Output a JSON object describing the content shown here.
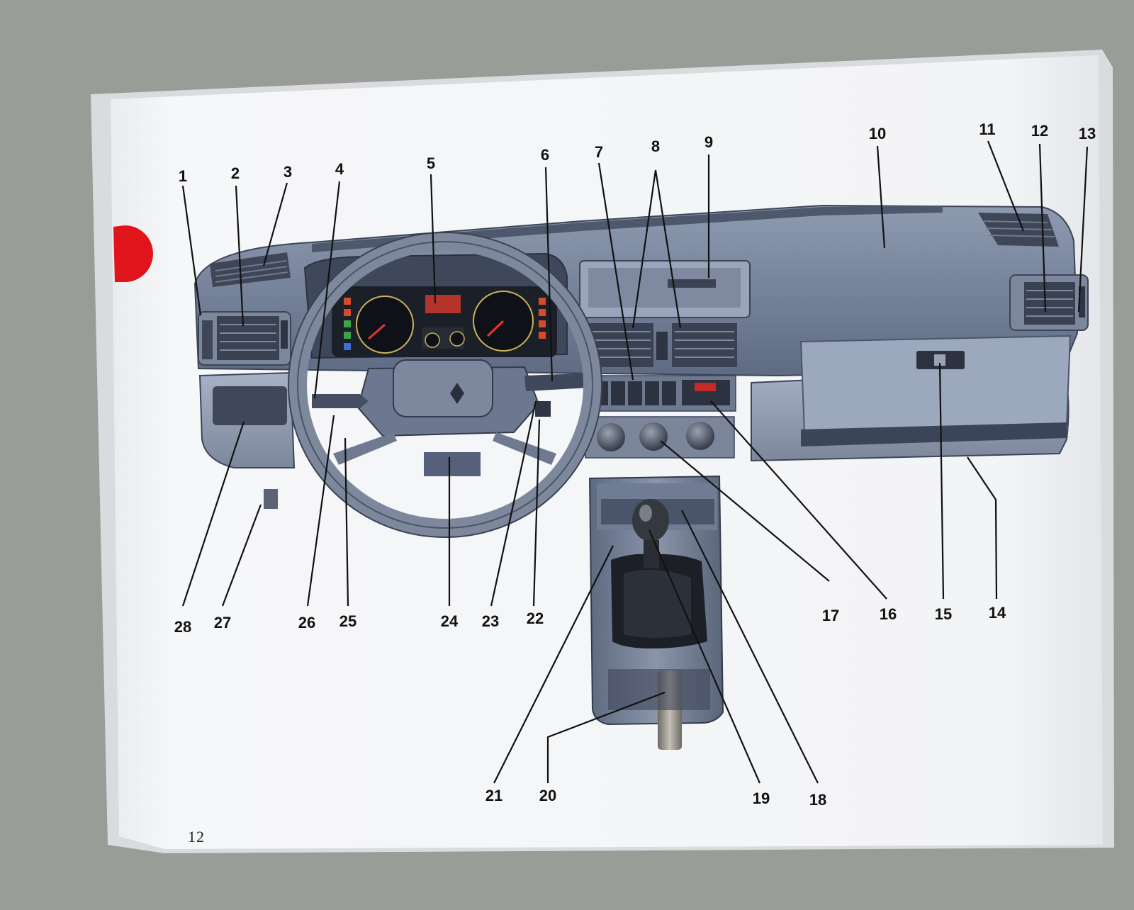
{
  "page": {
    "number": "12"
  },
  "colors": {
    "background": "#9a9c97",
    "paper": "#f4f5f7",
    "tab_marker": "#e0141b",
    "dash_body": "#6d7a92",
    "dash_dark": "#4a5468"
  },
  "callouts": [
    "1",
    "2",
    "3",
    "4",
    "5",
    "6",
    "7",
    "8",
    "9",
    "10",
    "11",
    "12",
    "13",
    "14",
    "15",
    "16",
    "17",
    "18",
    "19",
    "20",
    "21",
    "22",
    "23",
    "24",
    "25",
    "26",
    "27",
    "28"
  ]
}
